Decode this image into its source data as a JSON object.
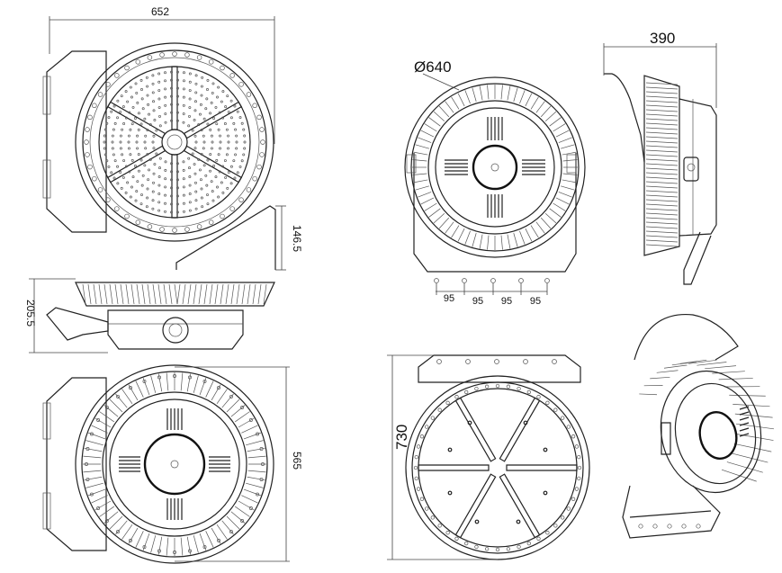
{
  "dimensions": {
    "width_top": "652",
    "height_bracket": "146.5",
    "height_side": "205.5",
    "width_bottom_height": "565",
    "diameter": "Ø640",
    "depth": "390",
    "hole_spacing": [
      "95",
      "95",
      "95",
      "95"
    ],
    "overall_height": "730"
  },
  "colors": {
    "line": "#222222",
    "background": "#ffffff"
  }
}
